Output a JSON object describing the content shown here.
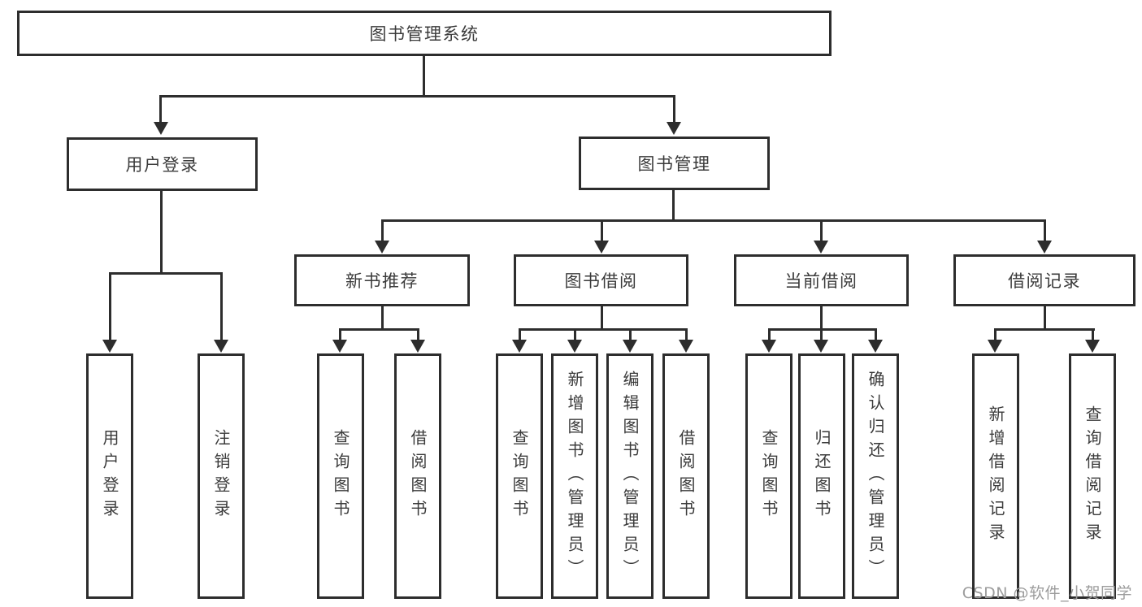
{
  "diagram": {
    "root": {
      "label": "图书管理系统",
      "children": [
        {
          "label": "用户登录",
          "children": [
            {
              "label": "用户登录"
            },
            {
              "label": "注销登录"
            }
          ]
        },
        {
          "label": "图书管理",
          "children": [
            {
              "label": "新书推荐",
              "children": [
                {
                  "label": "查询图书"
                },
                {
                  "label": "借阅图书"
                }
              ]
            },
            {
              "label": "图书借阅",
              "children": [
                {
                  "label": "查询图书"
                },
                {
                  "label": "新增图书（管理员）"
                },
                {
                  "label": "编辑图书（管理员）"
                },
                {
                  "label": "借阅图书"
                }
              ]
            },
            {
              "label": "当前借阅",
              "children": [
                {
                  "label": "查询图书"
                },
                {
                  "label": "归还图书"
                },
                {
                  "label": "确认归还（管理员）"
                }
              ]
            },
            {
              "label": "借阅记录",
              "children": [
                {
                  "label": "新增借阅记录"
                },
                {
                  "label": "查询借阅记录"
                }
              ]
            }
          ]
        }
      ]
    }
  },
  "watermark": {
    "text": "CSDN @软件_小贺同学"
  },
  "colors": {
    "line": "#2d2d2d",
    "text": "#3b3b3b",
    "watermark": "#9c9c9c",
    "background": "#ffffff"
  }
}
